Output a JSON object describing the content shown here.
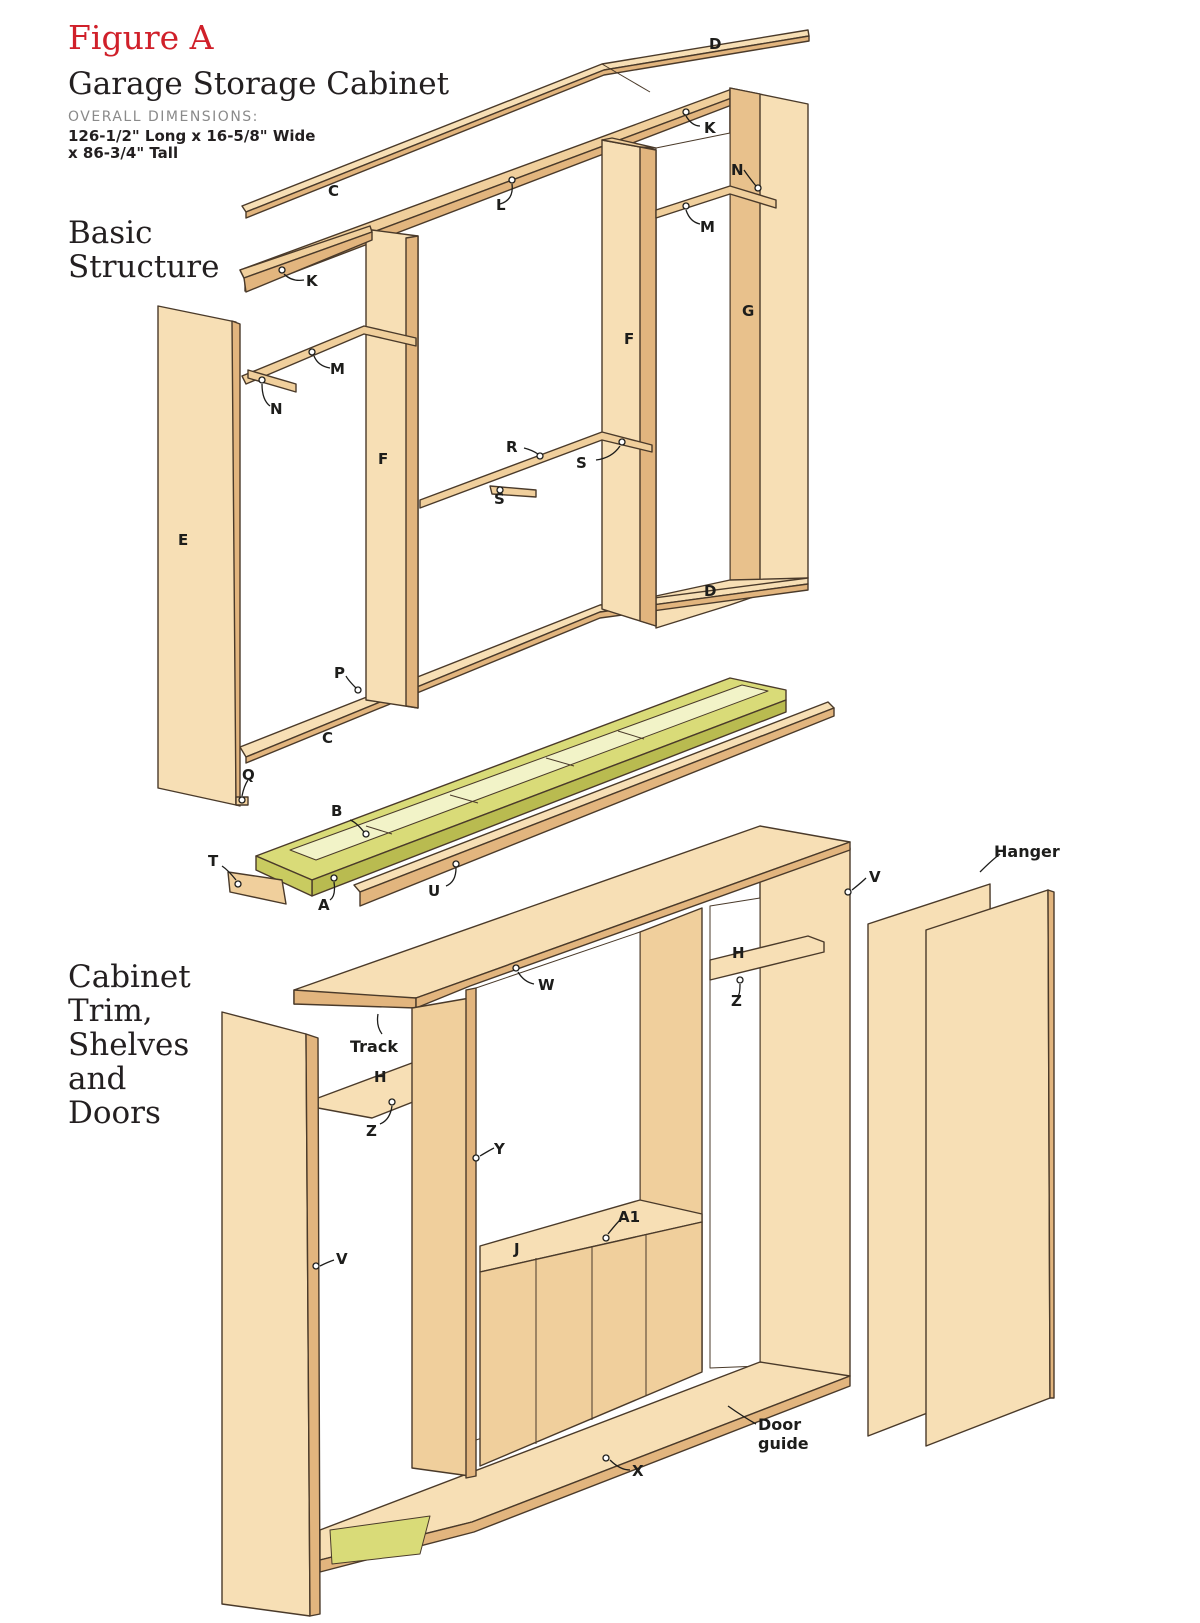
{
  "header": {
    "figure": "Figure A",
    "title": "Garage Storage Cabinet",
    "dimensions_label": "OVERALL DIMENSIONS:",
    "dimensions_line1": "126-1/2\" Long x 16-5/8\" Wide",
    "dimensions_line2": "x 86-3/4\" Tall"
  },
  "sections": {
    "basic_line1": "Basic",
    "basic_line2": "Structure",
    "trim_line1": "Cabinet",
    "trim_line2": "Trim,",
    "trim_line3": "Shelves",
    "trim_line4": "and",
    "trim_line5": "Doors"
  },
  "labels": {
    "A": "A",
    "A1": "A1",
    "B": "B",
    "C": "C",
    "D": "D",
    "E": "E",
    "F": "F",
    "G": "G",
    "H": "H",
    "J": "J",
    "K": "K",
    "L": "L",
    "M": "M",
    "N": "N",
    "P": "P",
    "Q": "Q",
    "R": "R",
    "S": "S",
    "T": "T",
    "U": "U",
    "V": "V",
    "W": "W",
    "X": "X",
    "Y": "Y",
    "Z": "Z",
    "track": "Track",
    "hanger": "Hanger",
    "door_guide_1": "Door",
    "door_guide_2": "guide"
  },
  "colors": {
    "wood_light": "#f7dfb5",
    "wood_mid": "#f0cf9c",
    "wood_dark": "#e2b57e",
    "base_frame": "#d9db78",
    "outline": "#4a3a2a",
    "figure_red": "#d0202a"
  }
}
